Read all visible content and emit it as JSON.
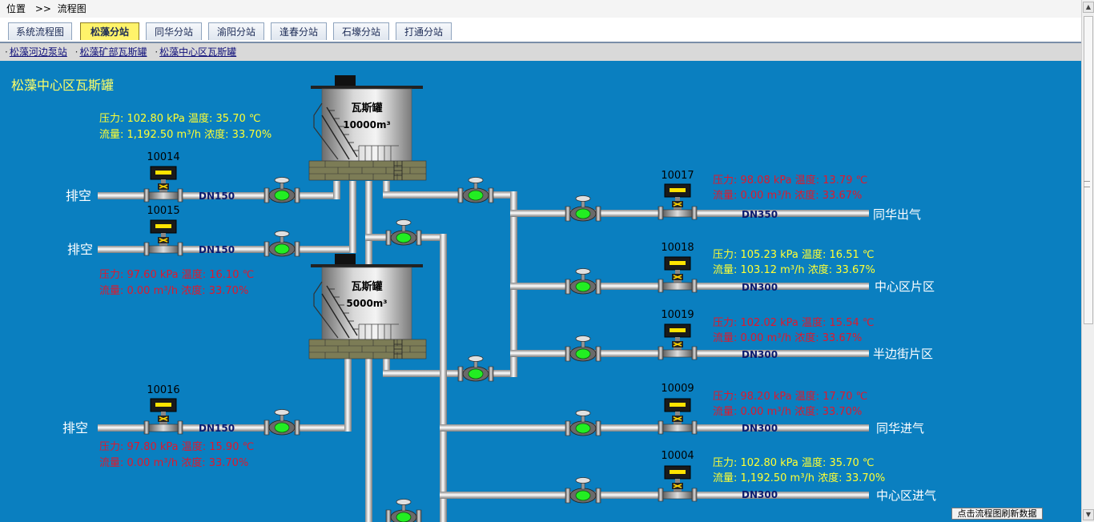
{
  "breadcrumb": {
    "prefix": "位置",
    "sep": ">>",
    "current": "流程图"
  },
  "tabs": [
    "系统流程图",
    "松藻分站",
    "同华分站",
    "渝阳分站",
    "逢春分站",
    "石壕分站",
    "打通分站"
  ],
  "active_tab": "松藻分站",
  "subnav": [
    "松藻河边泵站",
    "松藻矿部瓦斯罐",
    "松藻中心区瓦斯罐"
  ],
  "page_title": "松藻中心区瓦斯罐",
  "tanks": [
    {
      "label": "瓦斯罐",
      "capacity": "10000m³"
    },
    {
      "label": "瓦斯罐",
      "capacity": "5000m³"
    }
  ],
  "vent_label": "排空",
  "readings": {
    "tank_top": {
      "line1": "压力: 102.80 kPa  温度: 35.70 ℃",
      "line2": "流量: 1,192.50 m³/h   浓度: 33.70%"
    },
    "vent_15": {
      "line1": "压力: 97.60 kPa  温度: 16.10 ℃",
      "line2": "流量: 0.00 m³/h   浓度: 33.70%"
    },
    "vent_16": {
      "line1": "压力: 97.80 kPa  温度: 15.90 ℃",
      "line2": "流量: 0.00 m³/h   浓度: 33.70%"
    }
  },
  "meters_left": [
    {
      "id": "10014",
      "dn": "DN150"
    },
    {
      "id": "10015",
      "dn": "DN150"
    },
    {
      "id": "10016",
      "dn": "DN150"
    }
  ],
  "outlets": [
    {
      "id": "10017",
      "dn": "DN350",
      "dest": "同华出气",
      "line1": "压力: 98.08 kPa  温度: 13.79 ℃",
      "line2": "流量: 0.00 m³/h   浓度: 33.67%"
    },
    {
      "id": "10018",
      "dn": "DN300",
      "dest": "中心区片区",
      "line1": "压力: 105.23 kPa  温度: 16.51 ℃",
      "line2": "流量: 103.12 m³/h   浓度: 33.67%"
    },
    {
      "id": "10019",
      "dn": "DN300",
      "dest": "半边街片区",
      "line1": "压力: 102.02 kPa  温度: 15.54 ℃",
      "line2": "流量: 0.00 m³/h   浓度: 33.67%"
    },
    {
      "id": "10009",
      "dn": "DN300",
      "dest": "同华进气",
      "line1": "压力: 98.20 kPa  温度: 17.70 ℃",
      "line2": "流量: 0.00 m³/h   浓度: 33.70%"
    },
    {
      "id": "10004",
      "dn": "DN300",
      "dest": "中心区进气",
      "line1": "压力: 102.80 kPa  温度: 35.70 ℃",
      "line2": "流量: 1,192.50 m³/h   浓度: 33.70%"
    }
  ],
  "refresh_label": "点击流程图刷新数据",
  "colors": {
    "canvas": "#0a7fc0",
    "yellow_text": "#ffff33",
    "red_text": "#e0182c",
    "title": "#ffff66",
    "dn_text": "#0a1a6e"
  }
}
